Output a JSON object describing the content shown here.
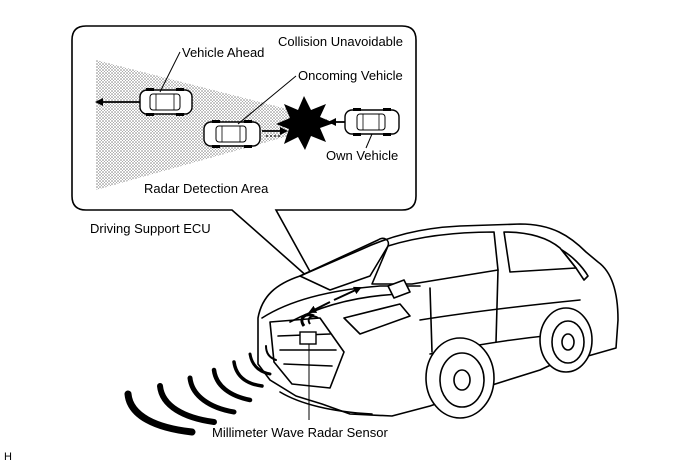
{
  "labels": {
    "collision_unavoidable": "Collision Unavoidable",
    "vehicle_ahead": "Vehicle Ahead",
    "oncoming_vehicle": "Oncoming Vehicle",
    "own_vehicle": "Own Vehicle",
    "radar_detection_area": "Radar Detection Area",
    "driving_support_ecu": "Driving Support ECU",
    "millimeter_wave_radar_sensor": "Millimeter Wave Radar Sensor",
    "corner_mark": "H"
  }
}
